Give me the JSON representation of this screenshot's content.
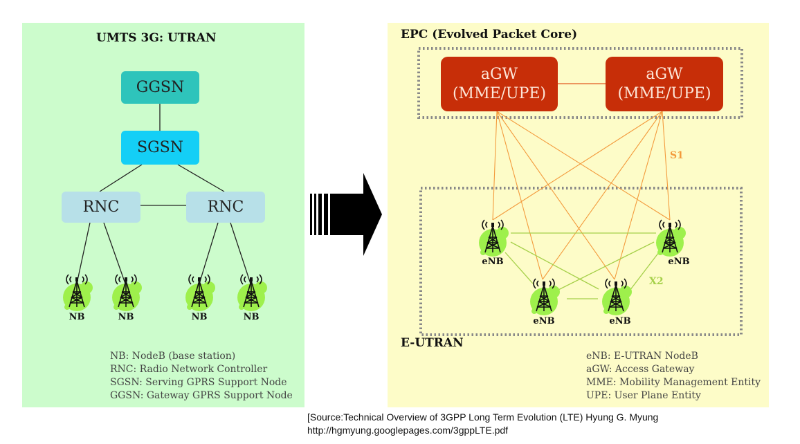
{
  "left": {
    "title": "UMTS 3G: UTRAN",
    "nodes": {
      "ggsn": "GGSN",
      "sgsn": "SGSN",
      "rnc1": "RNC",
      "rnc2": "RNC"
    },
    "nb_label": "NB",
    "legend": [
      "NB: NodeB (base station)",
      "RNC: Radio Network Controller",
      "SGSN: Serving GPRS Support Node",
      "GGSN: Gateway GPRS Support Node"
    ]
  },
  "right": {
    "title": "EPC (Evolved Packet Core)",
    "agw1": {
      "line1": "aGW",
      "line2": "(MME/UPE)"
    },
    "agw2": {
      "line1": "aGW",
      "line2": "(MME/UPE)"
    },
    "s1_label": "S1",
    "x2_label": "X2",
    "enb_label": "eNB",
    "eutran_label": "E-UTRAN",
    "legend": [
      "eNB: E-UTRAN NodeB",
      "aGW: Access Gateway",
      "MME: Mobility Management Entity",
      "UPE: User Plane Entity"
    ]
  },
  "source": {
    "line1": "[Source:Technical Overview of 3GPP Long Term Evolution (LTE) Hyung G. Myung",
    "line2": "http://hgmyung.googlepages.com/3gppLTE.pdf"
  },
  "colors": {
    "left_bg": "#ccfccc",
    "right_bg": "#fdfcc8",
    "ggsn": "#2ec4bb",
    "sgsn": "#14cff6",
    "rnc": "#b7e0e8",
    "agw": "#c72e08",
    "s1_link": "#f39a3c",
    "x2_link": "#a6d04a"
  },
  "icons": [
    "base-station-tower-icon",
    "right-arrow-icon"
  ]
}
